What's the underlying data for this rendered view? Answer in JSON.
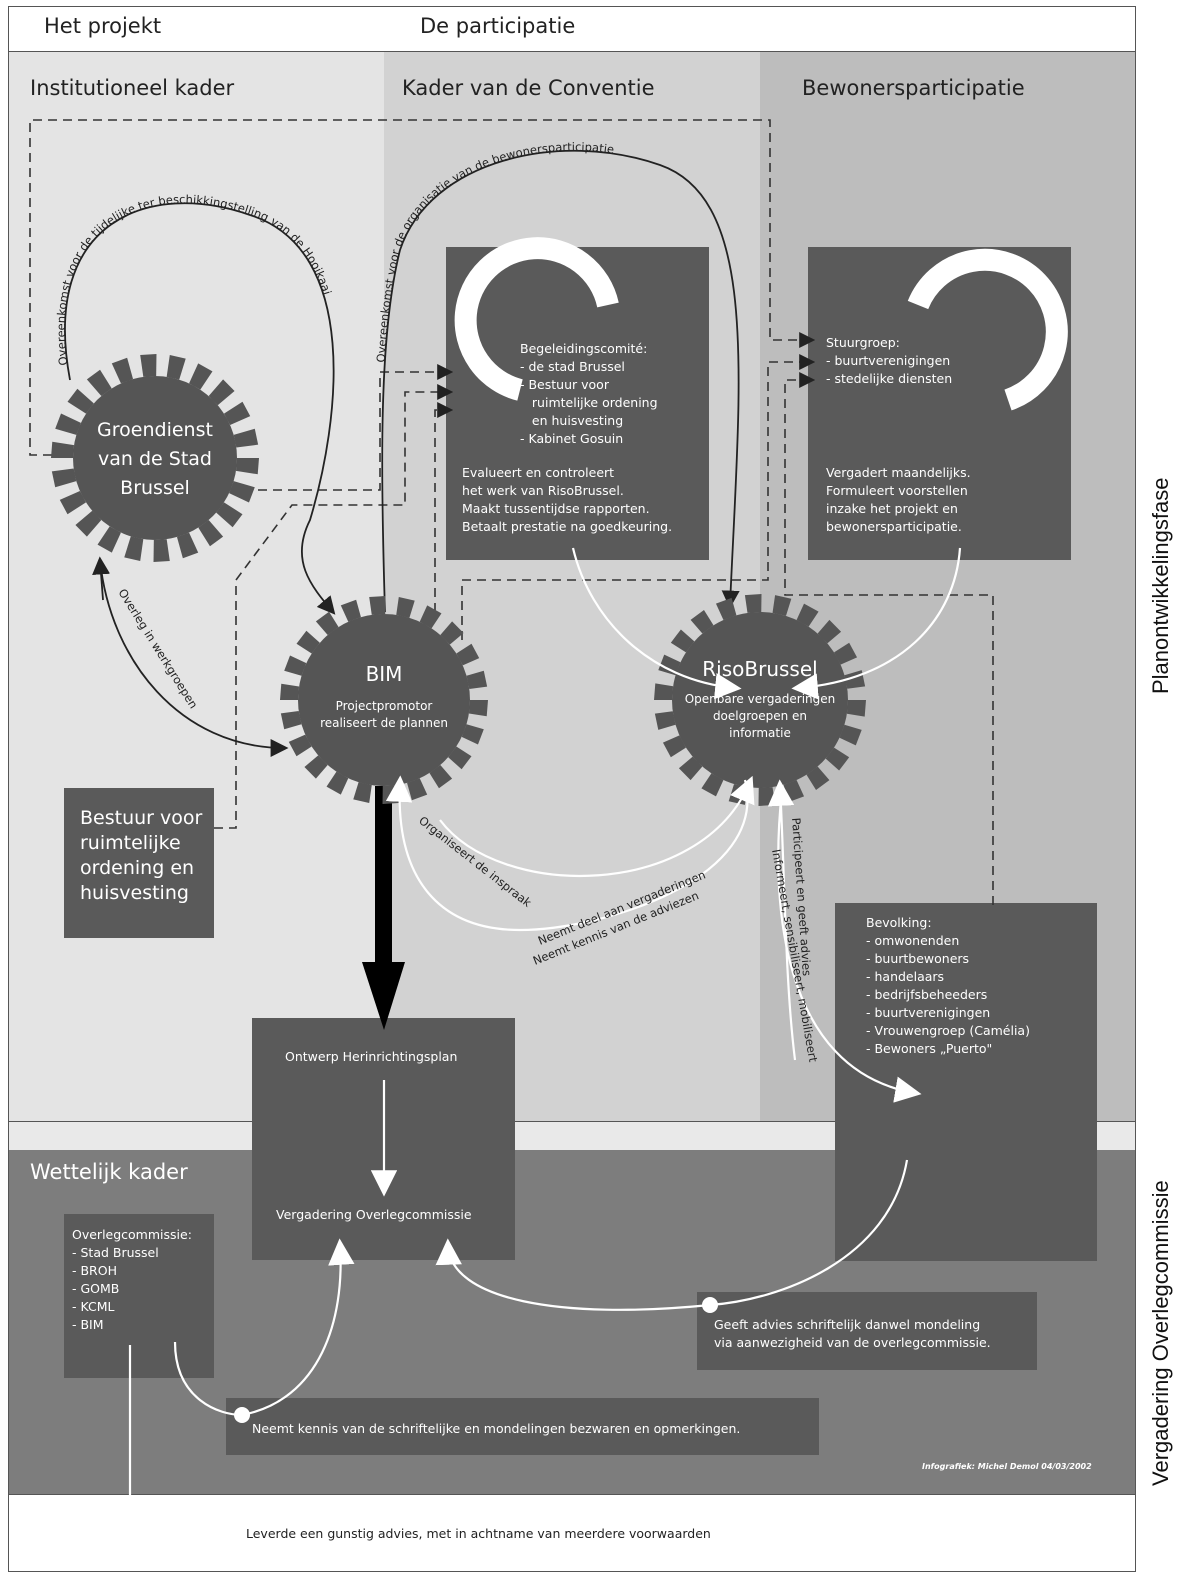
{
  "header": {
    "col1": "Het projekt",
    "col2": "De participatie"
  },
  "columns": {
    "institutioneel": "Institutioneel kader",
    "conventie": "Kader van de Conventie",
    "bewoners": "Bewonersparticipatie"
  },
  "wettelijk": "Wettelijk kader",
  "side_labels": {
    "top": "Planontwikkelingsfase",
    "bottom": "Vergadering Overlegcommissie"
  },
  "nodes": {
    "groendienst": {
      "line1": "Groendienst",
      "line2": "van de Stad",
      "line3": "Brussel"
    },
    "bim": {
      "title": "BIM",
      "line1": "Projectpromotor",
      "line2": "realiseert de plannen"
    },
    "riso": {
      "title": "RisoBrussel",
      "line1": "Openbare vergaderingen",
      "line2": "doelgroepen en",
      "line3": "informatie"
    }
  },
  "boxes": {
    "begeleiding": "Begeleidingscomité:\n- de stad Brussel\n- Bestuur voor\n   ruimtelijke ordening\n   en huisvesting\n- Kabinet Gosuin",
    "begeleiding_desc": "Evalueert en controleert\nhet werk van RisoBrussel.\nMaakt tussentijdse rapporten.\nBetaalt prestatie na goedkeuring.",
    "stuurgroep": "Stuurgroep:\n- buurtverenigingen\n- stedelijke diensten",
    "stuurgroep_desc": "Vergadert maandelijks.\nFormuleert voorstellen\ninzake het projekt en\nbewonersparticipatie.",
    "bestuur": "Bestuur voor\nruimtelijke\nordening en\nhuisvesting",
    "bevolking": "Bevolking:\n- omwonenden\n- buurtbewoners\n- handelaars\n- bedrijfsbeheeders\n- buurtverenigingen\n- Vrouwengroep (Camélia)\n- Bewoners „Puerto\"",
    "ontwerp": "Ontwerp Herinrichtingsplan",
    "vergadering": "Vergadering Overlegcommissie",
    "overlegcommissie": "Overlegcommissie:\n- Stad Brussel\n- BROH\n- GOMB\n- KCML\n- BIM",
    "advies": "Geeft advies schriftelijk danwel mondeling\nvia aanwezigheid van de overlegcommissie.",
    "kennis": "Neemt kennis van de schriftelijke en mondelingen bezwaren en opmerkingen.",
    "gunstig": "Leverde een gunstig advies, met in achtname van meerdere voorwaarden"
  },
  "arc_labels": {
    "tijdelijk": "Overeenkomst voor de tijdelijke ter beschikkingstelling van de Hooikaai",
    "organisatie": "Overeenkomst voor de organisatie van de bewonersparticipatie",
    "overleg": "Overleg in werkgroepen",
    "inspraak": "Organiseert de inspraak",
    "neemt1": "Neemt deel aan vergaderingen",
    "neemt2": "Neemt kennis van de adviezen",
    "participeert": "Participeert en geeft advies",
    "informeert": "Informeert, sensibiliseert, mobiliseert"
  },
  "credit": "Infografiek: Michel Demol 04/03/2002",
  "colors": {
    "bg_light": "#e4e4e4",
    "bg_mid": "#d2d2d2",
    "bg_dark": "#bdbdbd",
    "bg_legal": "#7d7d7d",
    "box": "#5a5a5a"
  }
}
